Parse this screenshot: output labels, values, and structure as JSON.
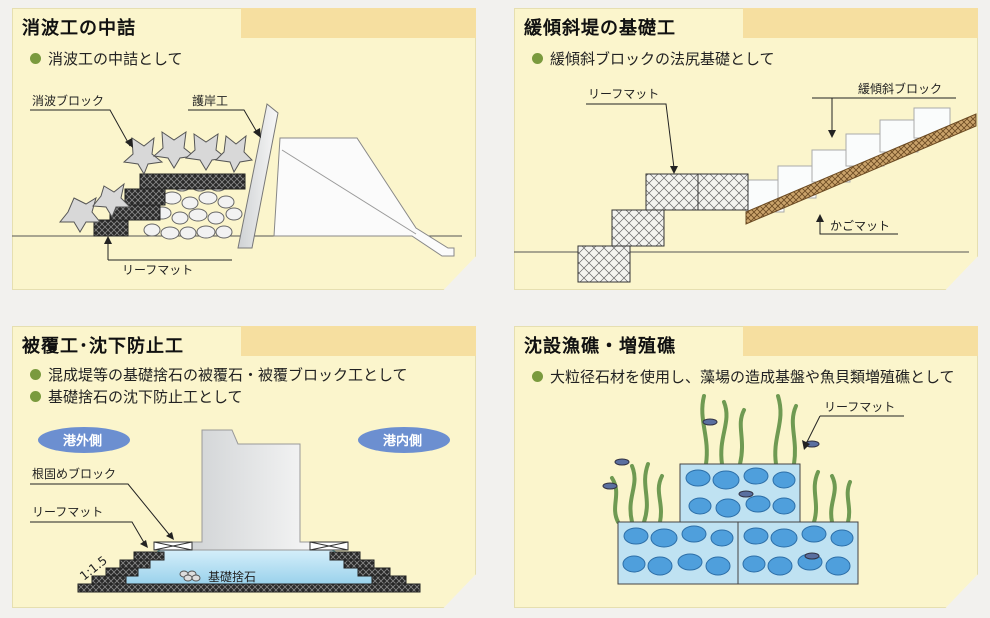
{
  "panels": [
    {
      "title": "消波工の中詰",
      "bullets": [
        "消波工の中詰として"
      ],
      "labels": {
        "block": "消波ブロック",
        "revetment": "護岸工",
        "mat": "リーフマット"
      }
    },
    {
      "title": "緩傾斜堤の基礎工",
      "bullets": [
        "緩傾斜ブロックの法尻基礎として"
      ],
      "labels": {
        "mat": "リーフマット",
        "block": "緩傾斜ブロック",
        "gabion": "かごマット"
      }
    },
    {
      "title": "被覆工･沈下防止工",
      "bullets": [
        "混成堤等の基礎捨石の被覆石・被覆ブロック工として",
        "基礎捨石の沈下防止工として"
      ],
      "labels": {
        "harbor_out": "港外側",
        "harbor_in": "港内側",
        "root_block": "根固めブロック",
        "mat": "リーフマット",
        "slope": "1:1.5",
        "rubble": "基礎捨石"
      }
    },
    {
      "title": "沈設漁礁・増殖礁",
      "bullets": [
        "大粒径石材を使用し、藻場の造成基盤や魚貝類増殖礁として"
      ],
      "labels": {
        "mat": "リーフマット"
      }
    }
  ],
  "colors": {
    "panel_bg": "#fbf5cc",
    "title_band": "#f6dfa0",
    "bullet": "#7a9a3e",
    "label_oval": "#6c8fd0"
  }
}
